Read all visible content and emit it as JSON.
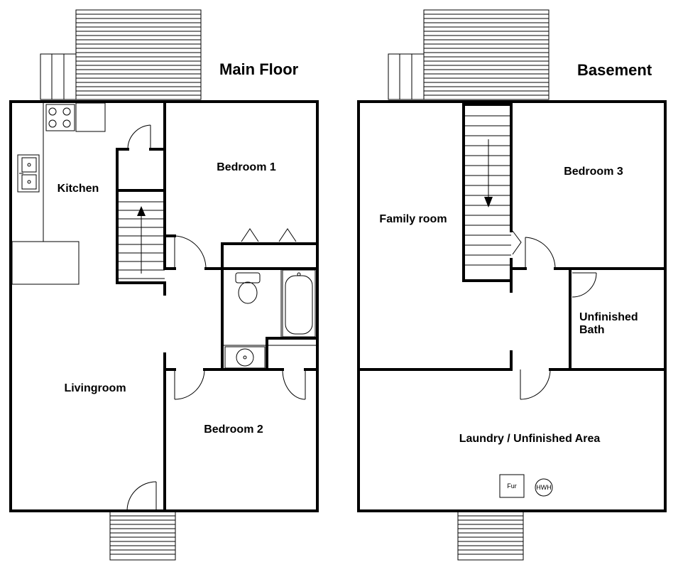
{
  "main_floor": {
    "title": "Main Floor",
    "rooms": {
      "kitchen": "Kitchen",
      "bedroom1": "Bedroom 1",
      "livingroom": "Livingroom",
      "bedroom2": "Bedroom 2"
    }
  },
  "basement": {
    "title": "Basement",
    "rooms": {
      "family_room": "Family room",
      "bedroom3": "Bedroom 3",
      "unfinished_bath_line1": "Unfinished",
      "unfinished_bath_line2": "Bath",
      "laundry": "Laundry / Unfinished Area"
    },
    "equipment": {
      "furnace": "Fur",
      "water_heater": "HWH"
    }
  }
}
